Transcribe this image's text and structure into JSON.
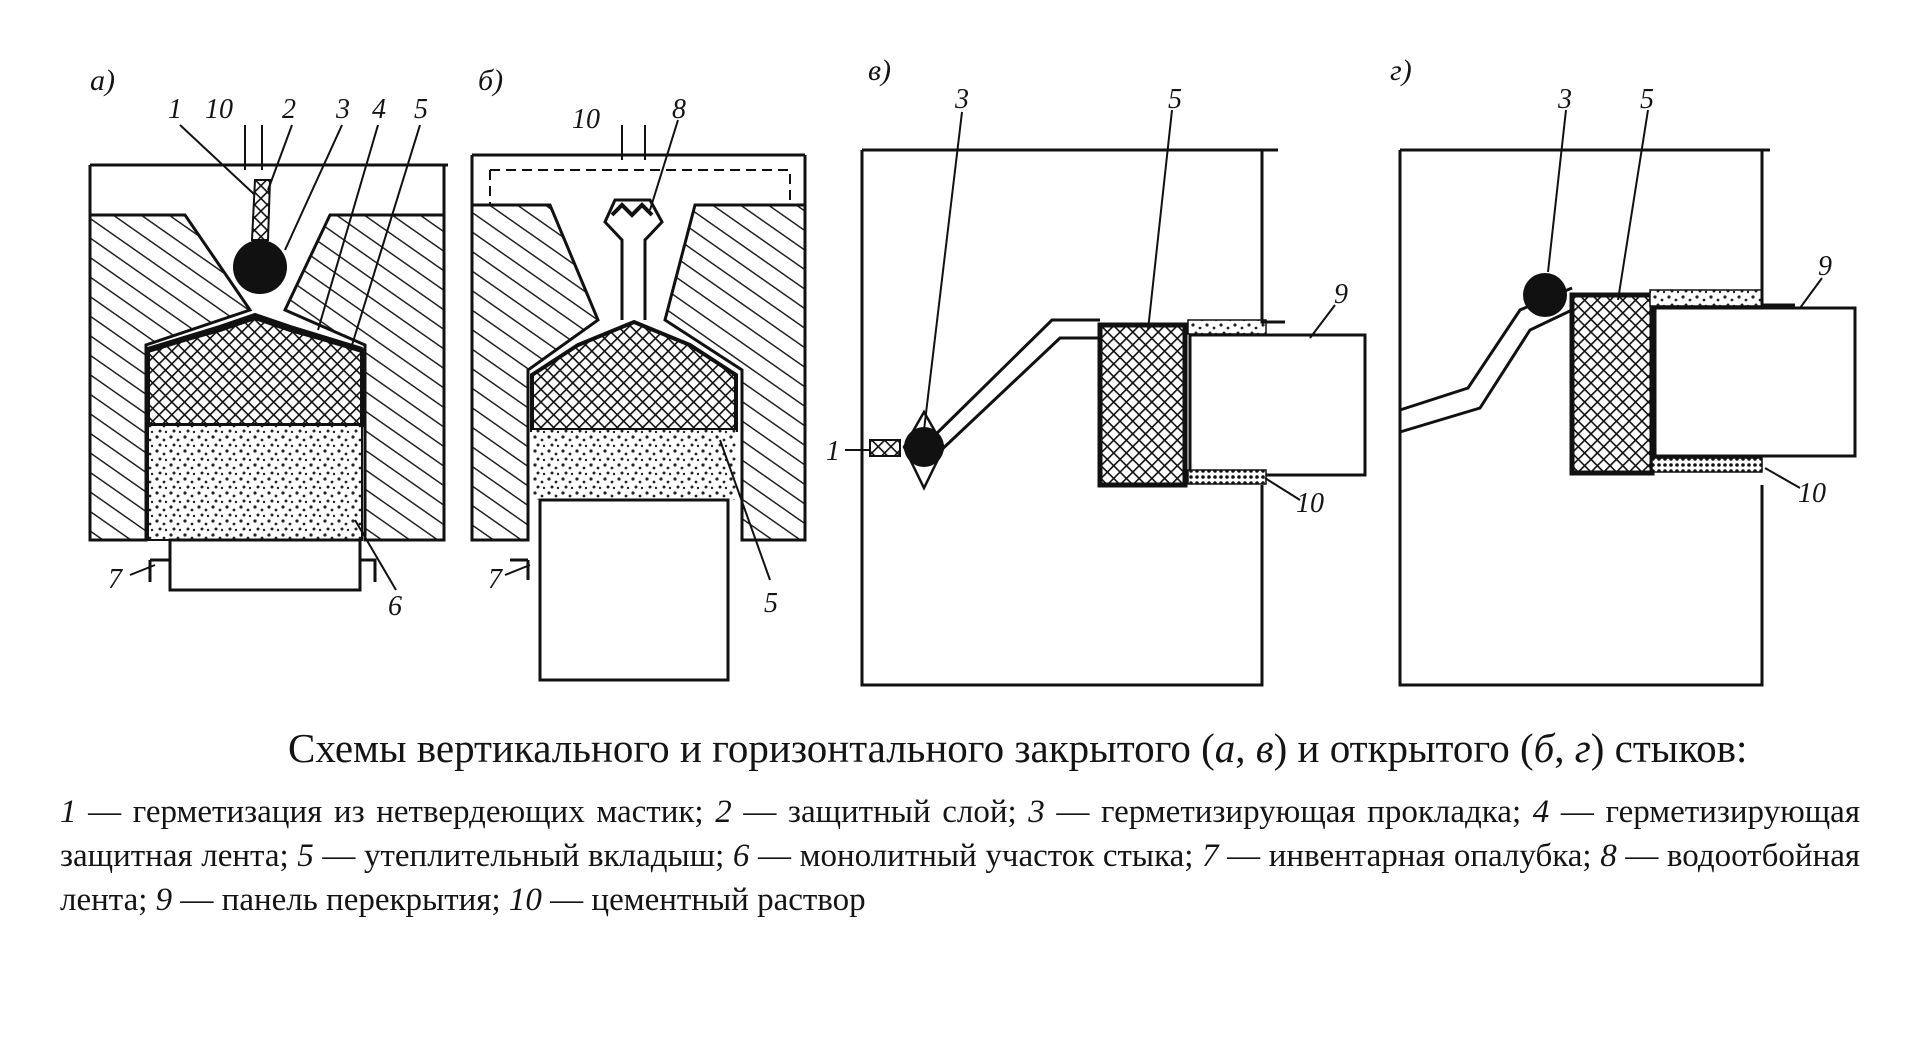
{
  "figure": {
    "panels": [
      {
        "id": "a",
        "letter": "а)",
        "callouts": [
          "1",
          "10",
          "2",
          "3",
          "4",
          "5",
          "6",
          "7"
        ]
      },
      {
        "id": "b",
        "letter": "б)",
        "callouts": [
          "10",
          "8",
          "7",
          "5"
        ]
      },
      {
        "id": "v",
        "letter": "в)",
        "callouts": [
          "3",
          "5",
          "9",
          "1",
          "10"
        ]
      },
      {
        "id": "g",
        "letter": "г)",
        "callouts": [
          "3",
          "5",
          "9",
          "10"
        ]
      }
    ],
    "patterns": [
      "hatch",
      "crosshatch",
      "stipple"
    ]
  },
  "caption": {
    "title_part1": "Схемы вертикального и горизонтального закрытого (",
    "title_a": "а",
    "title_sep1": ", ",
    "title_v": "в",
    "title_part2": ") и открытого (",
    "title_b": "б",
    "title_sep2": ", ",
    "title_g": "г",
    "title_part3": ") стыков:"
  },
  "legend": [
    {
      "num": "1",
      "text": "— герметизация из нетвердеющих мастик; "
    },
    {
      "num": "2",
      "text": "— защитный слой; "
    },
    {
      "num": "3",
      "text": "— герметизирующая прокладка; "
    },
    {
      "num": "4",
      "text": "— герметизирующая защитная лента; "
    },
    {
      "num": "5",
      "text": "— утеплительный вкладыш; "
    },
    {
      "num": "6",
      "text": "— монолитный участок стыка; "
    },
    {
      "num": "7",
      "text": "— инвентарная опалубка; "
    },
    {
      "num": "8",
      "text": "— водоотбойная лента; "
    },
    {
      "num": "9",
      "text": "— панель перекрытия; "
    },
    {
      "num": "10",
      "text": "— цементный раствор"
    }
  ]
}
